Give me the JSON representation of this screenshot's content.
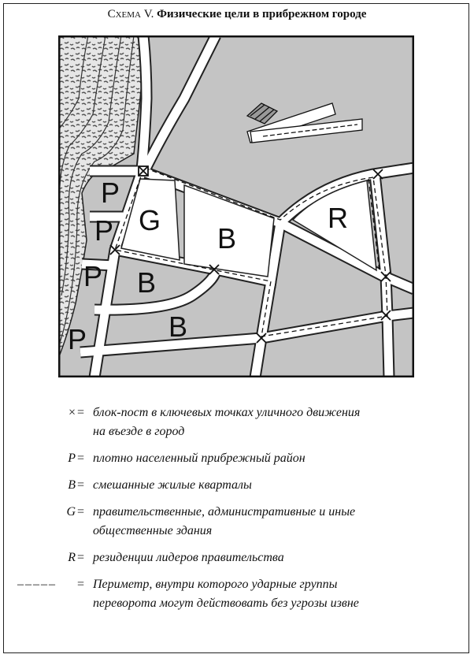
{
  "title": {
    "prefix": "Схема V.",
    "text": "Физические цели в прибрежном городе"
  },
  "map_labels": {
    "p1": "P",
    "p2": "P",
    "p3": "P",
    "p4": "P",
    "g": "G",
    "b1": "B",
    "b2": "B",
    "b3": "B",
    "r": "R"
  },
  "legend": [
    {
      "symbol": "×",
      "eq": "=",
      "lines": [
        "блок-пост в ключевых точках уличного движения",
        "на въезде в город"
      ]
    },
    {
      "symbol": "P",
      "eq": "=",
      "lines": [
        "плотно населенный прибрежный район"
      ]
    },
    {
      "symbol": "B",
      "eq": "=",
      "lines": [
        "смешанные жилые кварталы"
      ]
    },
    {
      "symbol": "G",
      "eq": "=",
      "lines": [
        "правительственные, административные и иные",
        "общественные здания"
      ]
    },
    {
      "symbol": "R",
      "eq": "=",
      "lines": [
        "резиденции лидеров правительства"
      ]
    },
    {
      "symbol": "– – – – –",
      "eq": "=",
      "lines": [
        "Периметр, внутри которого ударные группы",
        "переворота могут действовать без угрозы извне"
      ]
    }
  ],
  "colors": {
    "land": "#c4c4c4",
    "road": "#ffffff",
    "ink": "#111111"
  }
}
